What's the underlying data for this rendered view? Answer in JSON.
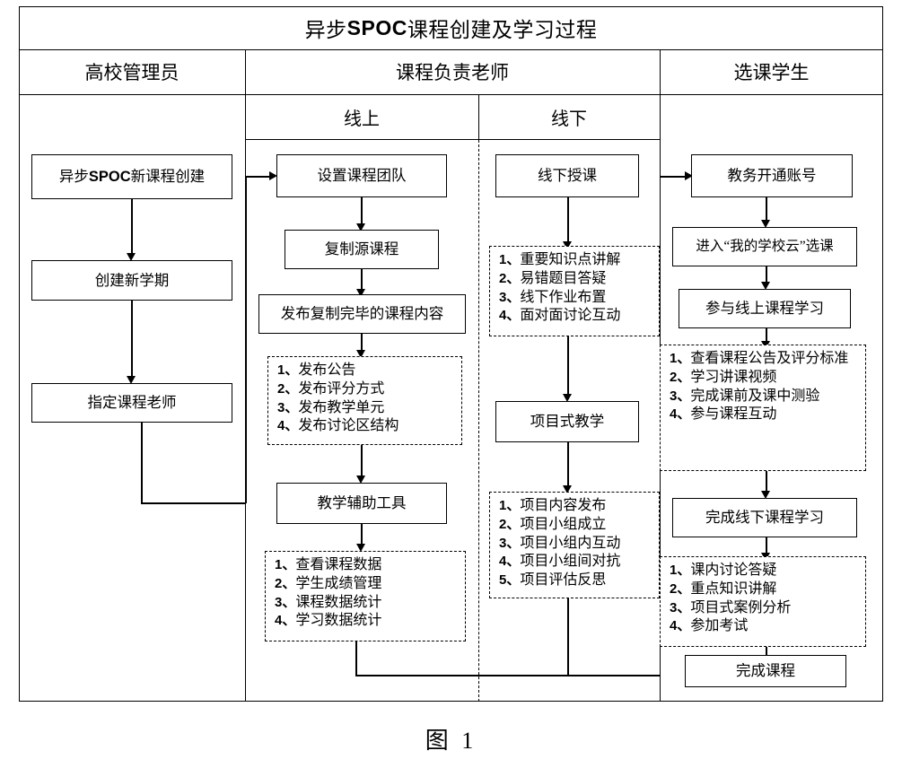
{
  "figure": {
    "title_prefix": "异步",
    "title_acronym": "SPOC",
    "title_suffix": "课程创建及学习过程",
    "caption": "图 1"
  },
  "lanes": {
    "admin": "高校管理员",
    "teacher": "课程负责老师",
    "student": "选课学生"
  },
  "teacher_sublanes": {
    "online": "线上",
    "offline": "线下"
  },
  "admin_flow": {
    "n1_prefix": "异步",
    "n1_acronym": "SPOC",
    "n1_suffix": "新课程创建",
    "n2": "创建新学期",
    "n3": "指定课程老师"
  },
  "online_flow": {
    "n1": "设置课程团队",
    "n2": "复制源课程",
    "n3": "发布复制完毕的课程内容",
    "list1": [
      {
        "num": "1、",
        "text": "发布公告"
      },
      {
        "num": "2、",
        "text": "发布评分方式"
      },
      {
        "num": "3、",
        "text": "发布教学单元"
      },
      {
        "num": "4、",
        "text": "发布讨论区结构"
      }
    ],
    "n4": "教学辅助工具",
    "list2": [
      {
        "num": "1、",
        "text": "查看课程数据"
      },
      {
        "num": "2、",
        "text": "学生成绩管理"
      },
      {
        "num": "3、",
        "text": "课程数据统计"
      },
      {
        "num": "4、",
        "text": "学习数据统计"
      }
    ]
  },
  "offline_flow": {
    "n1": "线下授课",
    "list1": [
      {
        "num": "1、",
        "text": "重要知识点讲解"
      },
      {
        "num": "2、",
        "text": "易错题目答疑"
      },
      {
        "num": "3、",
        "text": "线下作业布置"
      },
      {
        "num": "4、",
        "text": "面对面讨论互动"
      }
    ],
    "n2": "项目式教学",
    "list2": [
      {
        "num": "1、",
        "text": "项目内容发布"
      },
      {
        "num": "2、",
        "text": "项目小组成立"
      },
      {
        "num": "3、",
        "text": "项目小组内互动"
      },
      {
        "num": "4、",
        "text": "项目小组间对抗"
      },
      {
        "num": "5、",
        "text": "项目评估反思"
      }
    ]
  },
  "student_flow": {
    "n1": "教务开通账号",
    "n2": "进入“我的学校云”选课",
    "n3": "参与线上课程学习",
    "list1": [
      {
        "num": "1、",
        "text": "查看课程公告及评分标准"
      },
      {
        "num": "2、",
        "text": "学习讲课视频"
      },
      {
        "num": "3、",
        "text": "完成课前及课中测验"
      },
      {
        "num": "4、",
        "text": "参与课程互动"
      }
    ],
    "n4": "完成线下课程学习",
    "list2": [
      {
        "num": "1、",
        "text": "课内讨论答疑"
      },
      {
        "num": "2、",
        "text": "重点知识讲解"
      },
      {
        "num": "3、",
        "text": "项目式案例分析"
      },
      {
        "num": "4、",
        "text": "参加考试"
      }
    ],
    "n5": "完成课程"
  }
}
